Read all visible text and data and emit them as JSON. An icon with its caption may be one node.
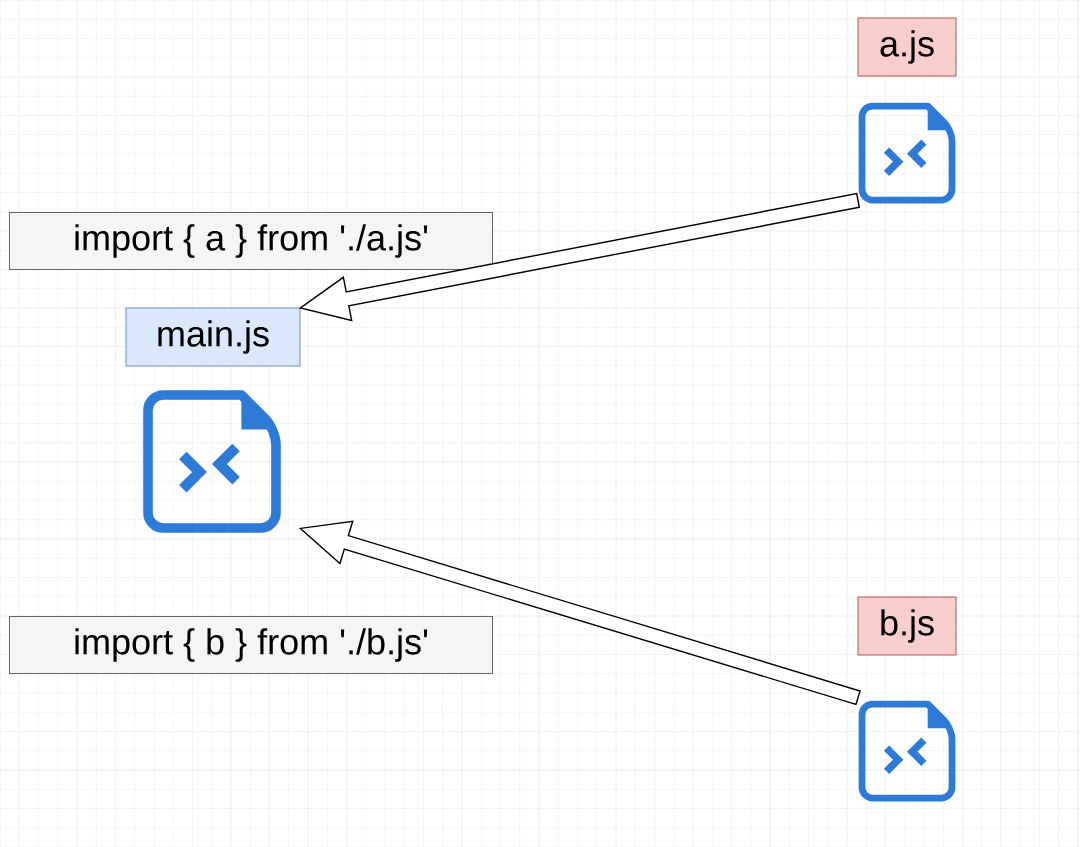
{
  "diagram": {
    "nodes": [
      {
        "text": [
          "a.js"
        ]
      },
      {
        "text": [
          "import { a } from './a.js'"
        ]
      },
      {
        "text": [
          "main.js"
        ]
      },
      {
        "text": [
          "import { b } from './b.js'"
        ]
      },
      {
        "text": [
          "b.js"
        ]
      }
    ],
    "edges": [
      {
        "from": 0,
        "to": 2,
        "arrow": "to"
      },
      {
        "from": 4,
        "to": 2,
        "arrow": "to"
      }
    ]
  }
}
